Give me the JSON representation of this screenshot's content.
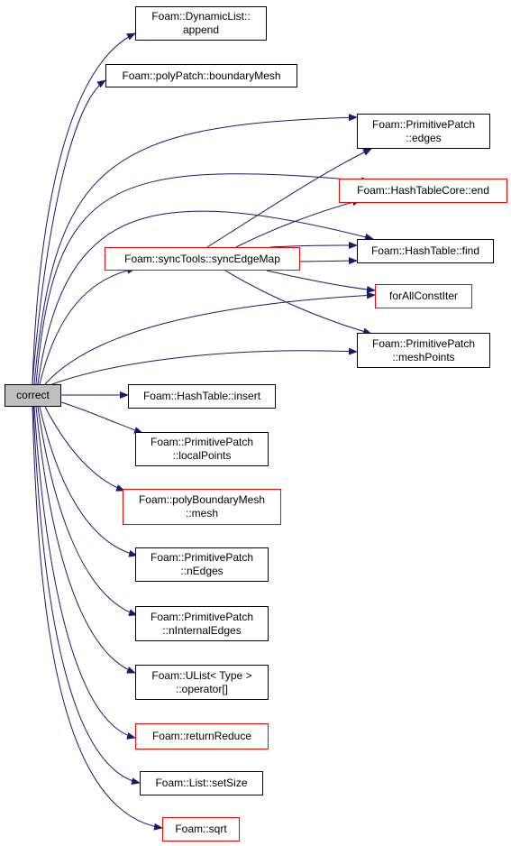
{
  "graph": {
    "edge_color": "#191970",
    "link_border_color": "#ff0000",
    "plain_border_color": "#000000",
    "root_fill": "#bfbfbf",
    "nodes": [
      {
        "id": "correct",
        "lines": [
          "correct"
        ],
        "style": "root"
      },
      {
        "id": "dl-append",
        "lines": [
          "Foam::DynamicList::",
          "append"
        ],
        "style": "plain"
      },
      {
        "id": "pp-boundarymesh",
        "lines": [
          "Foam::polyPatch::boundaryMesh"
        ],
        "style": "plain"
      },
      {
        "id": "prim-edges",
        "lines": [
          "Foam::PrimitivePatch",
          "::edges"
        ],
        "style": "plain"
      },
      {
        "id": "htc-end",
        "lines": [
          "Foam::HashTableCore::end"
        ],
        "style": "red"
      },
      {
        "id": "ht-find",
        "lines": [
          "Foam::HashTable::find"
        ],
        "style": "plain"
      },
      {
        "id": "sync-edgemap",
        "lines": [
          "Foam::syncTools::syncEdgeMap"
        ],
        "style": "red"
      },
      {
        "id": "forallconstiter",
        "lines": [
          "forAllConstIter"
        ],
        "style": "red"
      },
      {
        "id": "prim-meshpoints",
        "lines": [
          "Foam::PrimitivePatch",
          "::meshPoints"
        ],
        "style": "plain"
      },
      {
        "id": "ht-insert",
        "lines": [
          "Foam::HashTable::insert"
        ],
        "style": "plain"
      },
      {
        "id": "prim-localpoints",
        "lines": [
          "Foam::PrimitivePatch",
          "::localPoints"
        ],
        "style": "plain"
      },
      {
        "id": "pbm-mesh",
        "lines": [
          "Foam::polyBoundaryMesh",
          "::mesh"
        ],
        "style": "red"
      },
      {
        "id": "prim-nedges",
        "lines": [
          "Foam::PrimitivePatch",
          "::nEdges"
        ],
        "style": "plain"
      },
      {
        "id": "prim-ninternaledges",
        "lines": [
          "Foam::PrimitivePatch",
          "::nInternalEdges"
        ],
        "style": "plain"
      },
      {
        "id": "ulist-operator",
        "lines": [
          "Foam::UList< Type >",
          "::operator[]"
        ],
        "style": "plain"
      },
      {
        "id": "returnreduce",
        "lines": [
          "Foam::returnReduce"
        ],
        "style": "red"
      },
      {
        "id": "list-setsize",
        "lines": [
          "Foam::List::setSize"
        ],
        "style": "plain"
      },
      {
        "id": "sqrt",
        "lines": [
          "Foam::sqrt"
        ],
        "style": "red"
      }
    ],
    "edges": [
      [
        "correct",
        "dl-append"
      ],
      [
        "correct",
        "pp-boundarymesh"
      ],
      [
        "correct",
        "prim-edges"
      ],
      [
        "correct",
        "htc-end"
      ],
      [
        "correct",
        "ht-find"
      ],
      [
        "correct",
        "sync-edgemap"
      ],
      [
        "correct",
        "forallconstiter"
      ],
      [
        "correct",
        "prim-meshpoints"
      ],
      [
        "correct",
        "ht-insert"
      ],
      [
        "correct",
        "prim-localpoints"
      ],
      [
        "correct",
        "pbm-mesh"
      ],
      [
        "correct",
        "prim-nedges"
      ],
      [
        "correct",
        "prim-ninternaledges"
      ],
      [
        "correct",
        "ulist-operator"
      ],
      [
        "correct",
        "returnreduce"
      ],
      [
        "correct",
        "list-setsize"
      ],
      [
        "correct",
        "sqrt"
      ],
      [
        "sync-edgemap",
        "prim-edges"
      ],
      [
        "sync-edgemap",
        "htc-end"
      ],
      [
        "sync-edgemap",
        "ht-find"
      ],
      [
        "sync-edgemap",
        "forallconstiter"
      ],
      [
        "sync-edgemap",
        "prim-meshpoints"
      ]
    ]
  }
}
